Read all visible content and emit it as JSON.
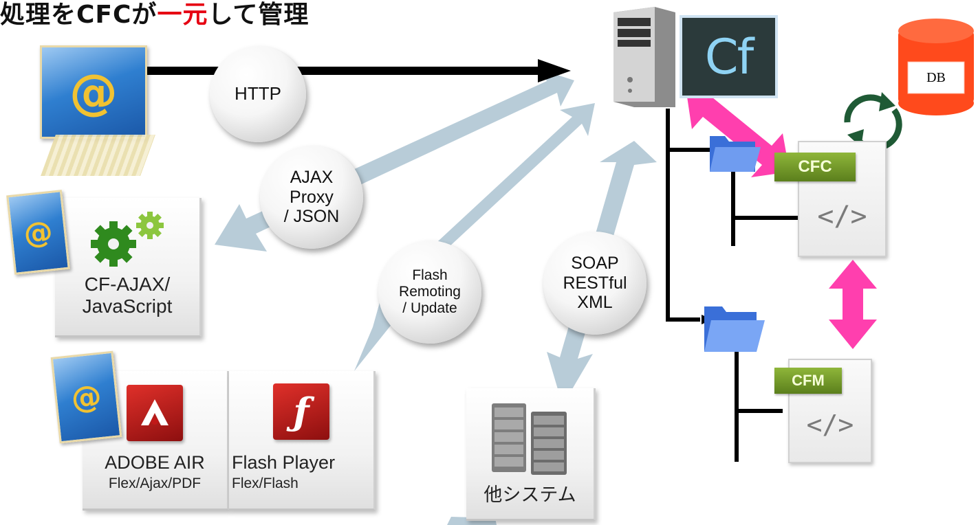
{
  "title": {
    "prefix": "処理をCFCが",
    "highlight": "一元",
    "suffix": "して管理"
  },
  "bubbles": {
    "http": "HTTP",
    "ajax": "AJAX\nProxy\n/ JSON",
    "flash": "Flash\nRemoting\n/ Update",
    "soap": "SOAP\nRESTful\nXML"
  },
  "clients": {
    "ajax_label": "CF-AJAX/\nJavaScript",
    "air_title": "ADOBE AIR",
    "air_sub": "Flex/Ajax/PDF",
    "flash_title": "Flash Player",
    "flash_sub": "Flex/Flash",
    "other_label": "他システム"
  },
  "server": {
    "cf_logo": "Cf"
  },
  "db": {
    "label": "DB"
  },
  "files": {
    "cfc_tag": "CFC",
    "cfm_tag": "CFM",
    "code_glyph": "</>"
  },
  "icons": {
    "at": "@"
  },
  "colors": {
    "accent": "#e60012",
    "arrow": "#b8ccd8",
    "magenta": "#ff3fae",
    "db": "#ff4a1c",
    "sync": "#1f5a35"
  }
}
